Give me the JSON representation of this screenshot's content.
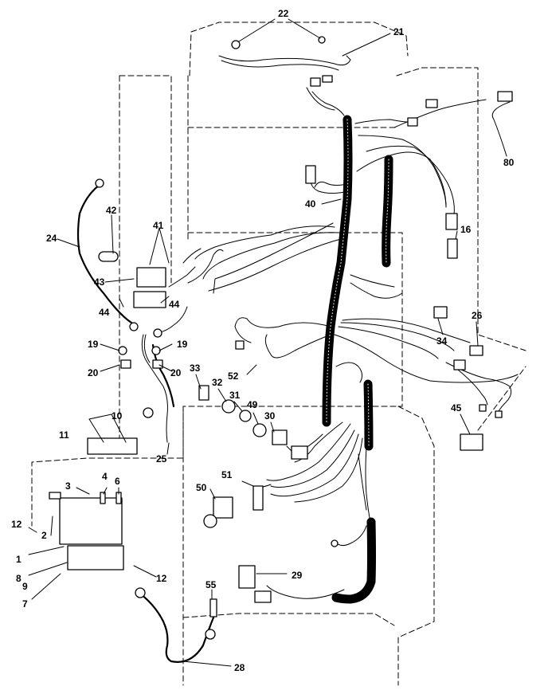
{
  "diagram": {
    "callouts": [
      "22",
      "21",
      "80",
      "16",
      "40",
      "42",
      "41",
      "24",
      "43",
      "44",
      "44",
      "19",
      "19",
      "20",
      "20",
      "26",
      "34",
      "33",
      "32",
      "31",
      "49",
      "30",
      "52",
      "10",
      "11",
      "25",
      "45",
      "3",
      "4",
      "6",
      "51",
      "50",
      "12",
      "2",
      "1",
      "8",
      "9",
      "7",
      "12",
      "55",
      "29",
      "28"
    ]
  }
}
